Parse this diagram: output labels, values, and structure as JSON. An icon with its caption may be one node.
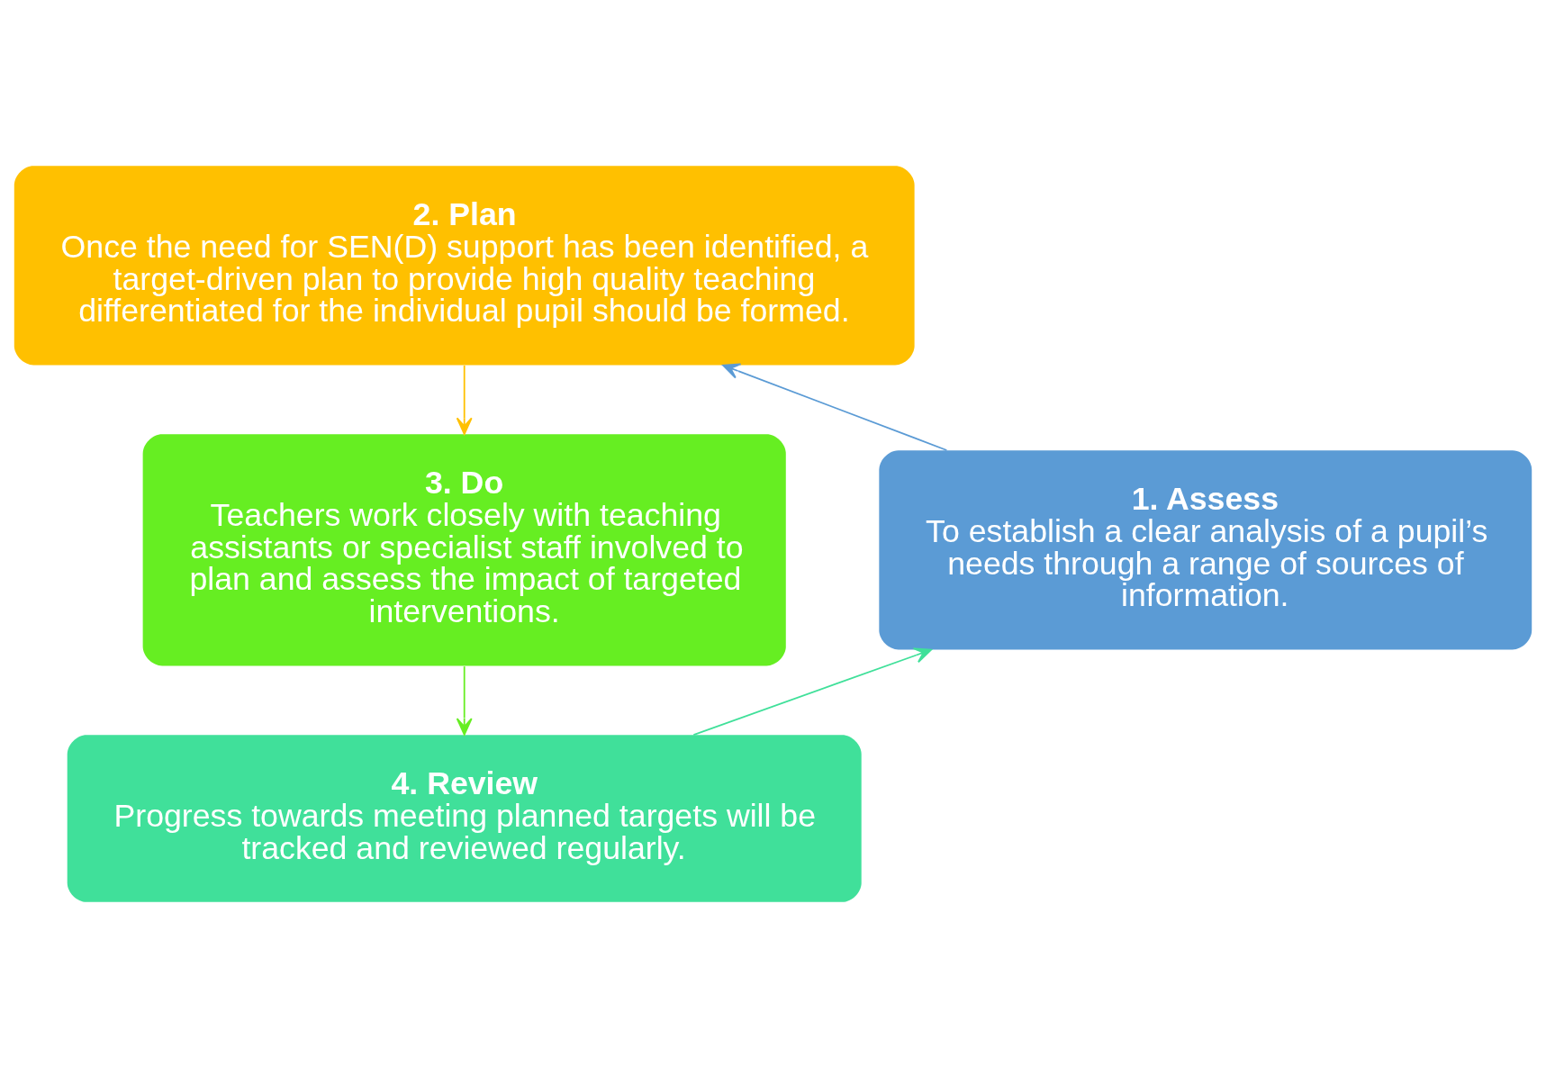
{
  "diagram": {
    "nodes": [
      {
        "text": [
          "2. Plan",
          "Once the need for SEN(D) support has been identified, a target-driven plan to provide high quality teaching differentiated for the individual pupil should be formed."
        ]
      },
      {
        "text": [
          "1. Assess",
          "To establish a clear analysis of a pupil’s needs through a range of sources of information."
        ]
      },
      {
        "text": [
          "3. Do",
          "Teachers work closely with teaching assistants or specialist staff involved to plan and assess the impact of targeted interventions."
        ]
      },
      {
        "text": [
          "4. Review",
          "Progress towards meeting planned targets will be tracked and reviewed regularly."
        ]
      }
    ],
    "edges": [
      {
        "from": 1,
        "to": 0,
        "arrow": "to",
        "color": "#5b9bd5"
      },
      {
        "from": 0,
        "to": 2,
        "arrow": "to",
        "color": "#ffc000"
      },
      {
        "from": 2,
        "to": 3,
        "arrow": "to",
        "color": "#66ee22"
      },
      {
        "from": 3,
        "to": 1,
        "arrow": "to",
        "color": "#40e09a"
      }
    ]
  }
}
